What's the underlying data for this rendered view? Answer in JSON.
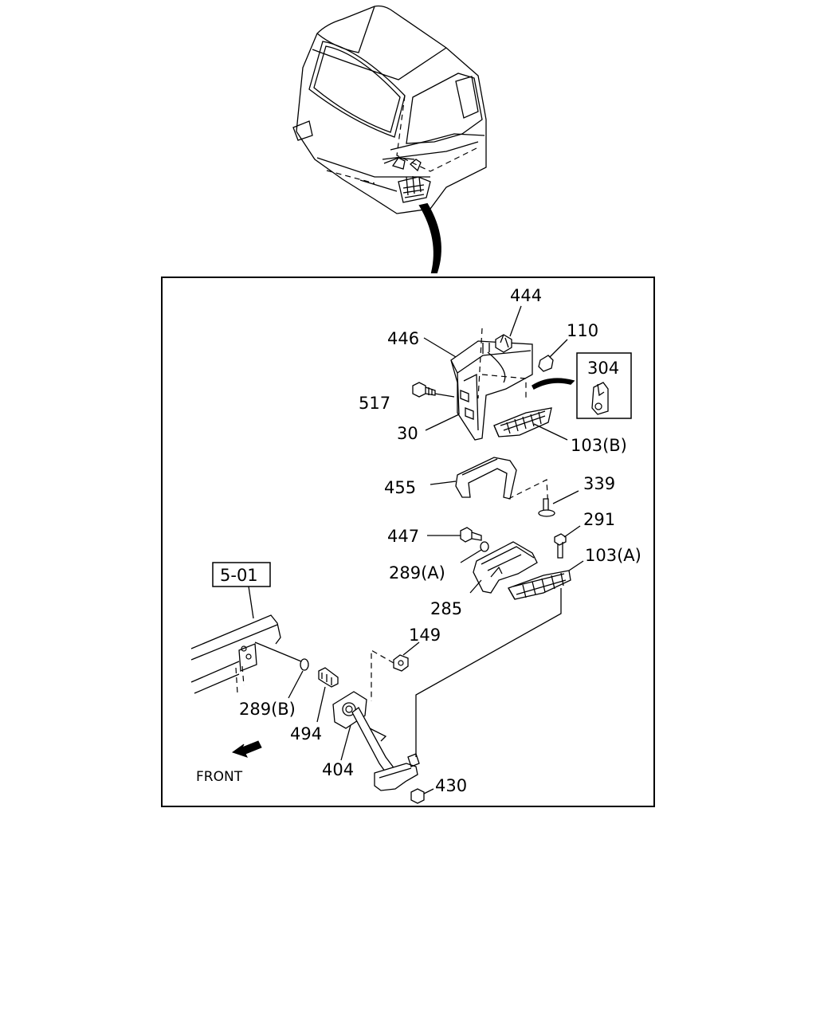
{
  "diagram": {
    "labels": {
      "p444": "444",
      "p446": "446",
      "p110": "110",
      "p304": "304",
      "p517": "517",
      "p30": "30",
      "p103b": "103(B)",
      "p455": "455",
      "p339": "339",
      "p291": "291",
      "p447": "447",
      "p103a": "103(A)",
      "p289a": "289(A)",
      "p285": "285",
      "ref501": "5-01",
      "p149": "149",
      "p289b": "289(B)",
      "p494": "494",
      "p404": "404",
      "p430": "430",
      "front": "FRONT"
    }
  }
}
